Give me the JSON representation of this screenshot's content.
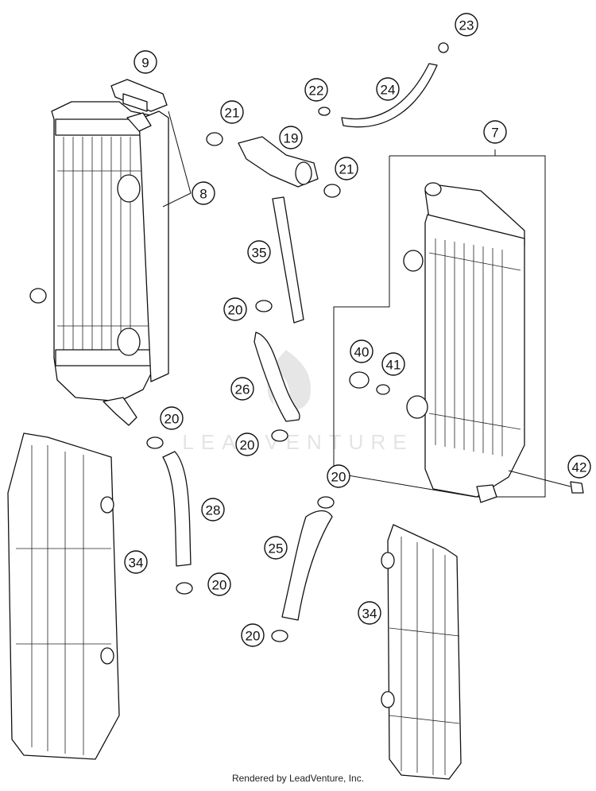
{
  "watermark": {
    "text": "LEADVENTURE"
  },
  "footer": {
    "text": "Rendered by LeadVenture, Inc."
  },
  "callouts": [
    {
      "id": "c9",
      "label": "9"
    },
    {
      "id": "c8",
      "label": "8"
    },
    {
      "id": "c21a",
      "label": "21"
    },
    {
      "id": "c19",
      "label": "19"
    },
    {
      "id": "c21b",
      "label": "21"
    },
    {
      "id": "c22",
      "label": "22"
    },
    {
      "id": "c24",
      "label": "24"
    },
    {
      "id": "c23",
      "label": "23"
    },
    {
      "id": "c7",
      "label": "7"
    },
    {
      "id": "c35",
      "label": "35"
    },
    {
      "id": "c20a",
      "label": "20"
    },
    {
      "id": "c26",
      "label": "26"
    },
    {
      "id": "c40",
      "label": "40"
    },
    {
      "id": "c41",
      "label": "41"
    },
    {
      "id": "c20b",
      "label": "20"
    },
    {
      "id": "c20c",
      "label": "20"
    },
    {
      "id": "c42",
      "label": "42"
    },
    {
      "id": "c28",
      "label": "28"
    },
    {
      "id": "c34a",
      "label": "34"
    },
    {
      "id": "c20d",
      "label": "20"
    },
    {
      "id": "c25",
      "label": "25"
    },
    {
      "id": "c20e",
      "label": "20"
    },
    {
      "id": "c34b",
      "label": "34"
    },
    {
      "id": "c20f",
      "label": "20"
    }
  ]
}
